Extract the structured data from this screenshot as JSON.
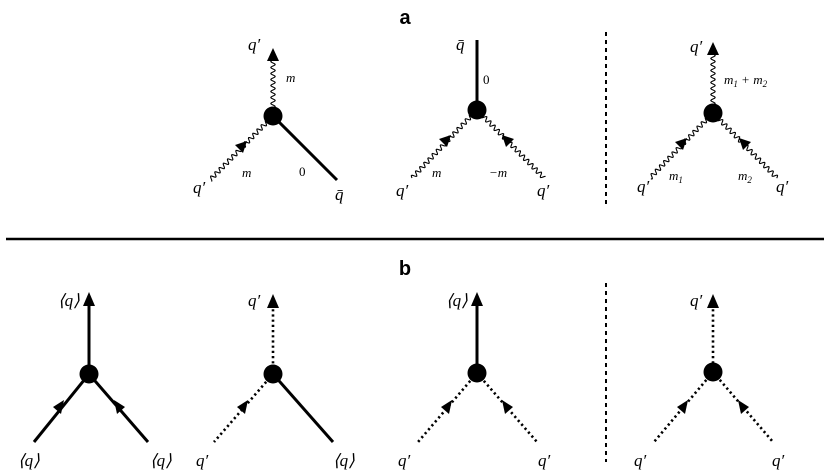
{
  "panels": {
    "a": {
      "label": "a"
    },
    "b": {
      "label": "b"
    }
  },
  "diagram_a1": {
    "top": "q′",
    "top_mass": "m",
    "left": "q′",
    "left_mass": "m",
    "right": "q̄",
    "right_mass": "0"
  },
  "diagram_a2": {
    "top": "q̄",
    "top_mass": "0",
    "left": "q′",
    "left_mass": "m",
    "right": "q′",
    "right_mass": "−m"
  },
  "diagram_a3": {
    "top": "q′",
    "top_mass": "m",
    "top_mass_sub1": "1",
    "top_mass_plus": "+",
    "top_mass_m2": "m",
    "top_mass_sub2": "2",
    "left": "q′",
    "left_mass": "m",
    "left_mass_sub": "1",
    "right": "q′",
    "right_mass": "m",
    "right_mass_sub": "2"
  },
  "diagram_b1": {
    "top": "⟨q⟩",
    "left": "⟨q⟩",
    "right": "⟨q⟩"
  },
  "diagram_b2": {
    "top": "q′",
    "left": "q′",
    "right": "⟨q⟩"
  },
  "diagram_b3": {
    "top": "⟨q⟩",
    "left": "q′",
    "right": "q′"
  },
  "diagram_b4": {
    "top": "q′",
    "left": "q′",
    "right": "q′"
  }
}
